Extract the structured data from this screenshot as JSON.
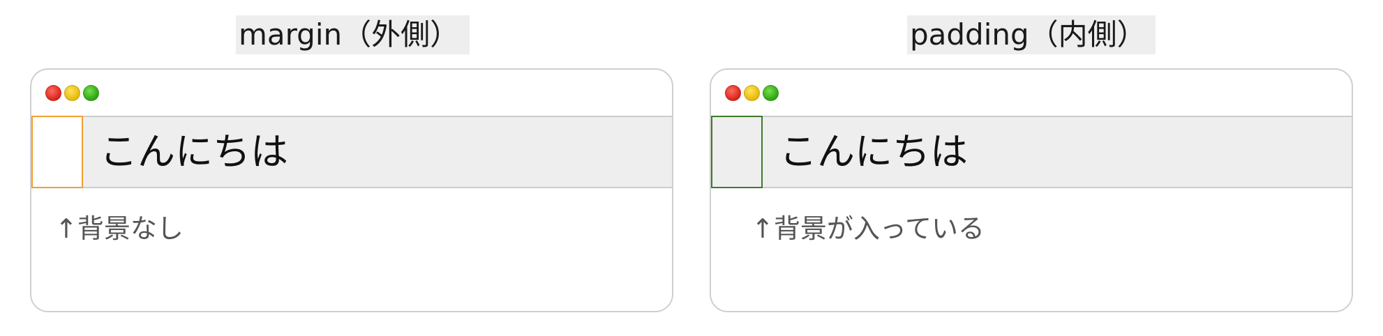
{
  "panels": [
    {
      "title": "margin（外側）",
      "greeting": "こんにちは",
      "note": "↑背景なし",
      "box_border_color": "#f0a030",
      "box_fill_color": "#ffffff"
    },
    {
      "title": "padding（内側）",
      "greeting": "こんにちは",
      "note": "↑背景が入っている",
      "box_border_color": "#3d7a2b",
      "box_fill_color": "#eeeeee"
    }
  ],
  "window_controls": [
    "close-light",
    "minimize-light",
    "maximize-light"
  ],
  "colors": {
    "bar_background": "#eeeeee",
    "close": "#e0332b",
    "minimize": "#f2c51c",
    "maximize": "#3fb822"
  }
}
